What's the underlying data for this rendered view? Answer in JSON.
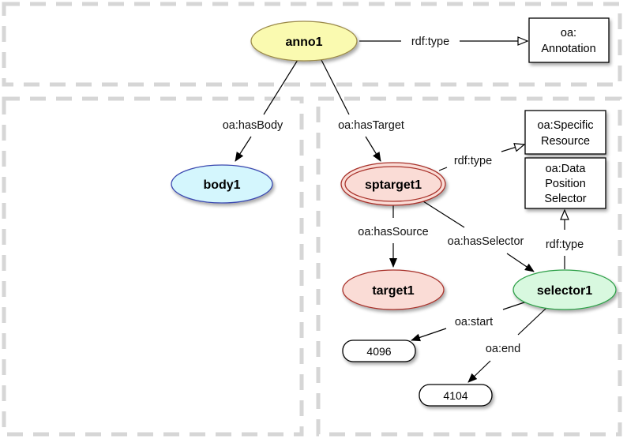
{
  "diagram": {
    "groups": [
      {
        "id": "annotation-group"
      },
      {
        "id": "body-group"
      },
      {
        "id": "target-group"
      }
    ],
    "nodes": {
      "anno1": {
        "label": "anno1",
        "kind": "resource",
        "fill": "#fafab0",
        "stroke": "#9b8a4a"
      },
      "body1": {
        "label": "body1",
        "kind": "resource",
        "fill": "#d4f6fd",
        "stroke": "#3a48b0"
      },
      "sptarget1": {
        "label": "sptarget1",
        "kind": "resource-double",
        "fill": "#fadcd6",
        "stroke": "#a8302a"
      },
      "target1": {
        "label": "target1",
        "kind": "resource",
        "fill": "#fadcd6",
        "stroke": "#a8302a"
      },
      "selector1": {
        "label": "selector1",
        "kind": "resource",
        "fill": "#d8f8df",
        "stroke": "#2fa048"
      }
    },
    "classes": {
      "annotation": {
        "lines": [
          "oa:",
          "Annotation"
        ]
      },
      "specific_resource": {
        "lines": [
          "oa:Specific",
          "Resource"
        ]
      },
      "data_position_selector": {
        "lines": [
          "oa:Data",
          "Position",
          "Selector"
        ]
      }
    },
    "literals": {
      "start": {
        "label": "4096"
      },
      "end": {
        "label": "4104"
      }
    },
    "edges": {
      "anno_type": {
        "label": "rdf:type",
        "from": "anno1",
        "to": "oa:Annotation"
      },
      "has_body": {
        "label": "oa:hasBody",
        "from": "anno1",
        "to": "body1"
      },
      "has_target": {
        "label": "oa:hasTarget",
        "from": "anno1",
        "to": "sptarget1"
      },
      "sp_type": {
        "label": "rdf:type",
        "from": "sptarget1",
        "to": "oa:SpecificResource"
      },
      "has_source": {
        "label": "oa:hasSource",
        "from": "sptarget1",
        "to": "target1"
      },
      "has_selector": {
        "label": "oa:hasSelector",
        "from": "sptarget1",
        "to": "selector1"
      },
      "sel_type": {
        "label": "rdf:type",
        "from": "selector1",
        "to": "oa:DataPositionSelector"
      },
      "start": {
        "label": "oa:start",
        "from": "selector1",
        "to": "4096"
      },
      "end": {
        "label": "oa:end",
        "from": "selector1",
        "to": "4104"
      }
    }
  }
}
